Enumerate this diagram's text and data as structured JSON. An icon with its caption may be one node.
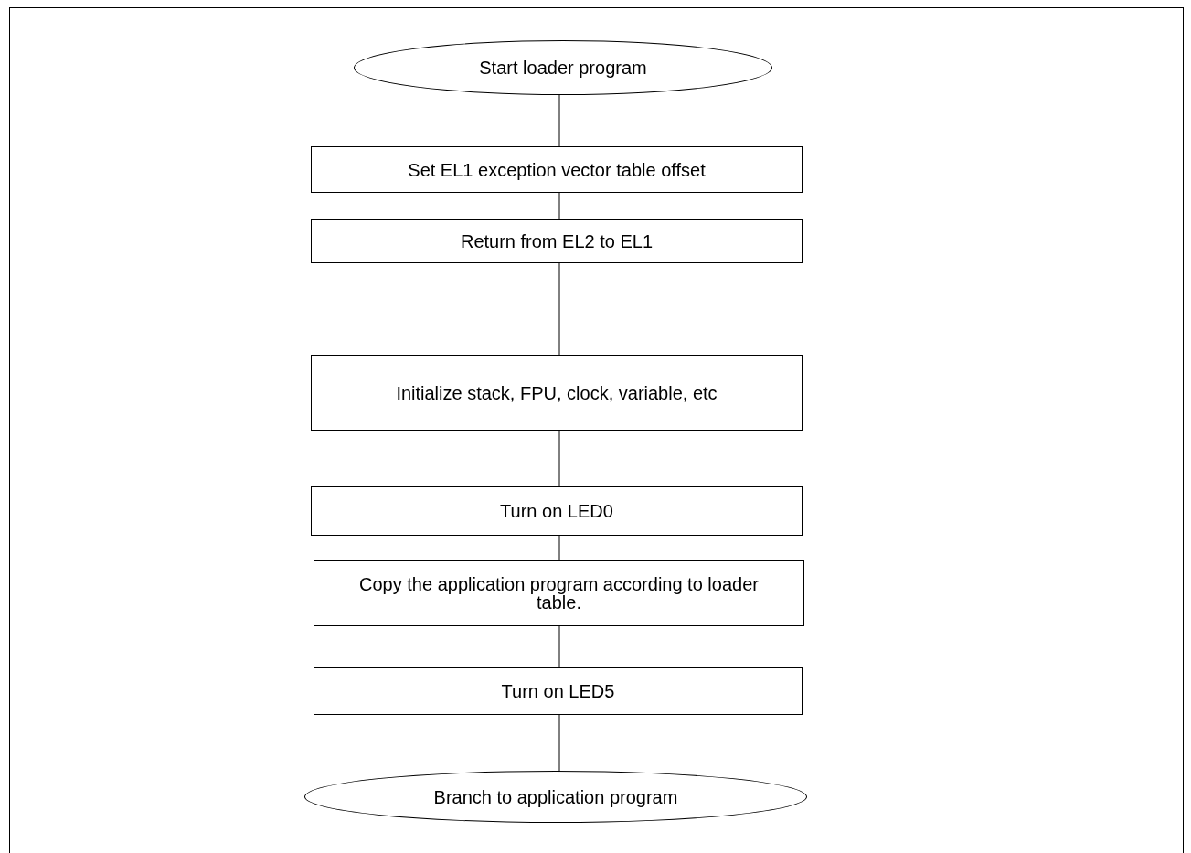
{
  "diagram": {
    "nodes": [
      {
        "text": [
          "Start loader program"
        ]
      },
      {
        "text": [
          "Set EL1 exception vector table offset"
        ]
      },
      {
        "text": [
          "Return from EL2 to EL1"
        ]
      },
      {
        "text": [
          "Initialize stack, FPU, clock, variable, etc"
        ]
      },
      {
        "text": [
          "Turn on LED0"
        ]
      },
      {
        "text": [
          "Copy the application program according to loader table."
        ]
      },
      {
        "text": [
          "Turn on LED5"
        ]
      },
      {
        "text": [
          "Branch to application program"
        ]
      }
    ],
    "edges": [
      {
        "from": 0,
        "to": 1,
        "arrow": "none"
      },
      {
        "from": 1,
        "to": 2,
        "arrow": "none"
      },
      {
        "from": 2,
        "to": 3,
        "arrow": "none"
      },
      {
        "from": 3,
        "to": 4,
        "arrow": "none"
      },
      {
        "from": 4,
        "to": 5,
        "arrow": "none"
      },
      {
        "from": 5,
        "to": 6,
        "arrow": "none"
      },
      {
        "from": 6,
        "to": 7,
        "arrow": "none"
      }
    ]
  }
}
